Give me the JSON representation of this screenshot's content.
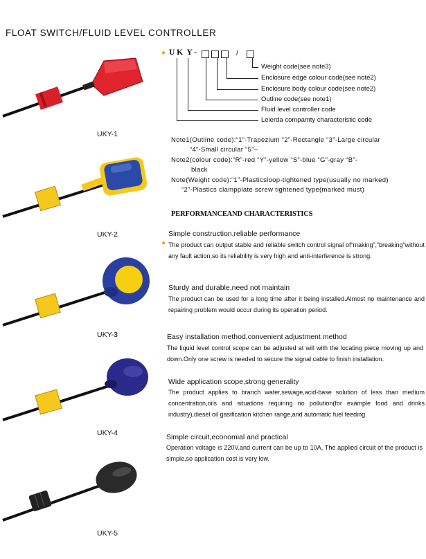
{
  "title": "FLOAT SWITCH/FLUID LEVEL CONTROLLER",
  "products": [
    {
      "model": "UKY-1"
    },
    {
      "model": "UKY-2"
    },
    {
      "model": "UKY-3"
    },
    {
      "model": "UKY-4"
    },
    {
      "model": "UKY-5"
    }
  ],
  "code": {
    "prefix": "U K  Y -",
    "slash": "/",
    "labels": {
      "weight": "Weight code(see note3)",
      "edge": "Enclosure edge colour code(see note2)",
      "body": "Enclosure body colour code(see note2)",
      "outline": "Outline code(see note1)",
      "controller": "Fluid level controller  code",
      "company_brand": "Leierda",
      "company_rest": " compamty characteristic code"
    }
  },
  "notes": {
    "note1_a": "Note1(Outline code):“1”-Trapezium  “2”-Rectangle  “3”-Large circular",
    "note1_b": "“4”-Small circular  “5”–",
    "note2_a": "Note2(colour code):“R”-red  “Y”-yellow  “S”-blue  “G”-gray  “B”-",
    "note2_b": "black",
    "note3_a": "Note(Weight code):“1”-Plasticsloop-tightened type(usually no marked)",
    "note3_b": "“2”-Plastics clampplate screw tightened type(marked must)"
  },
  "performance_heading": "PERFORMANCEAND CHARACTERISTICS",
  "sections": [
    {
      "heading": "Simple construction,reliable performance",
      "body": "The product can output stable and reliable switch control signal of“making”,“breaking”without any fault action,so its reliability is very high and anti-interference is strong."
    },
    {
      "heading": "Sturdy and durable,need not maintain",
      "body": "The product can be used for a long time after it being installed.Almost no maintenance and repairing problem would occur during its operation period."
    },
    {
      "heading": "Easy installation method,convenient adjustment method",
      "body": "The liquid level control scope can be adjusted at will with the locating piece moving up and down.Only one screw is needed to secure the signal cable to finish installation."
    },
    {
      "heading": "Wide application scope,strong generality",
      "body": "The product applies to branch water,sewage,acid-base solution of less than medium concentration,oils and situations requiring no pollution(for example food and drinks industry),diesel oil gasification kitchen range,and automatic fuel feeding"
    },
    {
      "heading": "Simple circuit,economial and practical",
      "body": "Operation voltage is 220V,and current can be up to 10A, The applied circuit of the product is simple,so application cost is very low."
    }
  ],
  "colors": {
    "accent": "#f0a030"
  }
}
